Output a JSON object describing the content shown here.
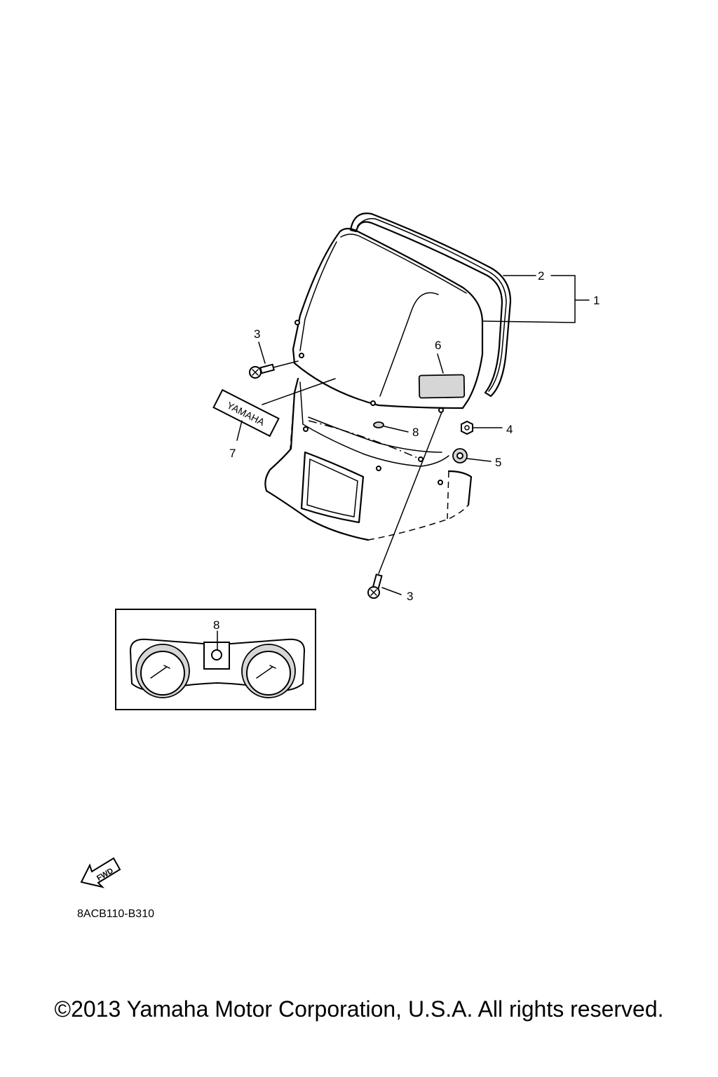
{
  "callouts": {
    "c1": "1",
    "c2": "2",
    "c3a": "3",
    "c3b": "3",
    "c4": "4",
    "c5": "5",
    "c6": "6",
    "c7": "7",
    "c8": "8",
    "c8_inset": "8"
  },
  "decal_text": "YAMAHA",
  "fwd_label": "FWD",
  "diagram_code": "8ACB110-B310",
  "copyright": "©2013 Yamaha Motor Corporation, U.S.A. All rights reserved."
}
